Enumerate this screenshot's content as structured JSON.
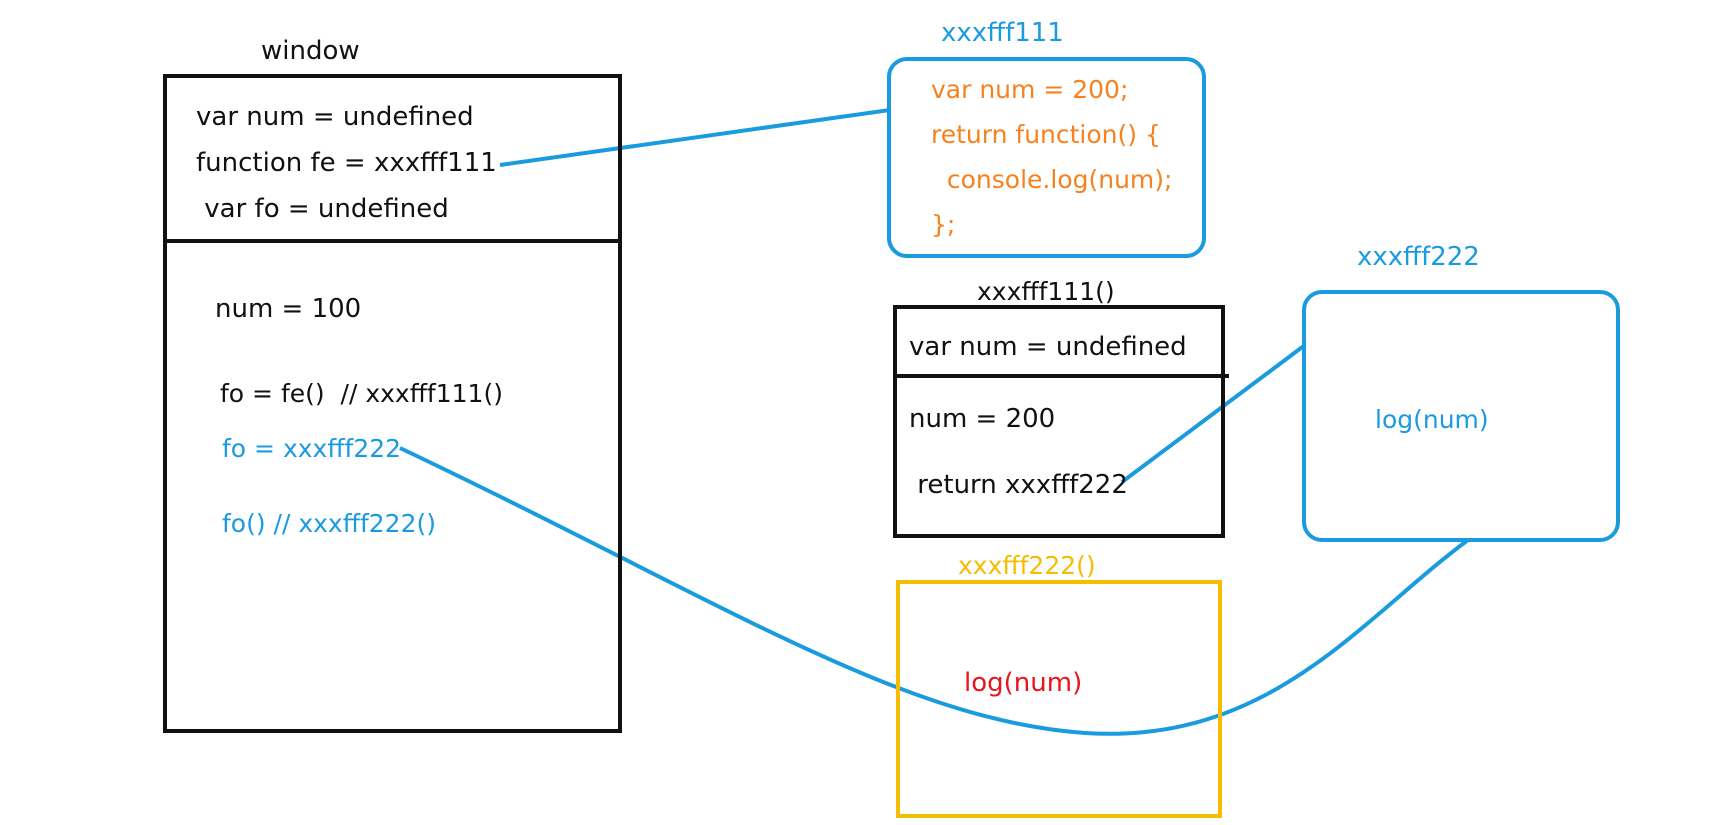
{
  "colors": {
    "black": "#111111",
    "blue": "#1a9be0",
    "orange": "#f5821f",
    "yellow": "#f5bc00",
    "red": "#e8141e"
  },
  "window_box": {
    "title": "window",
    "decl": {
      "line1": "var num = undefined",
      "line2": "function fe = xxxfff111",
      "line3": " var fo = undefined"
    },
    "exec": {
      "line1": "num = 100",
      "line2": "fo = fe()  // xxxfff111()",
      "line3": "fo = xxxfff222",
      "line4": "fo() // xxxfff222()"
    }
  },
  "heap_fe": {
    "title": "xxxfff111",
    "code": {
      "line1": "var num = 200;",
      "line2": "return function() {",
      "line3": "  console.log(num);",
      "line4": "};"
    }
  },
  "exec_fe": {
    "title": "xxxfff111()",
    "decl": "var num = undefined",
    "line1": "num = 200",
    "line2": " return xxxfff222"
  },
  "heap_inner": {
    "title": "xxxfff222",
    "code": "log(num)"
  },
  "exec_inner": {
    "title": "xxxfff222()",
    "code": "log(num)"
  }
}
